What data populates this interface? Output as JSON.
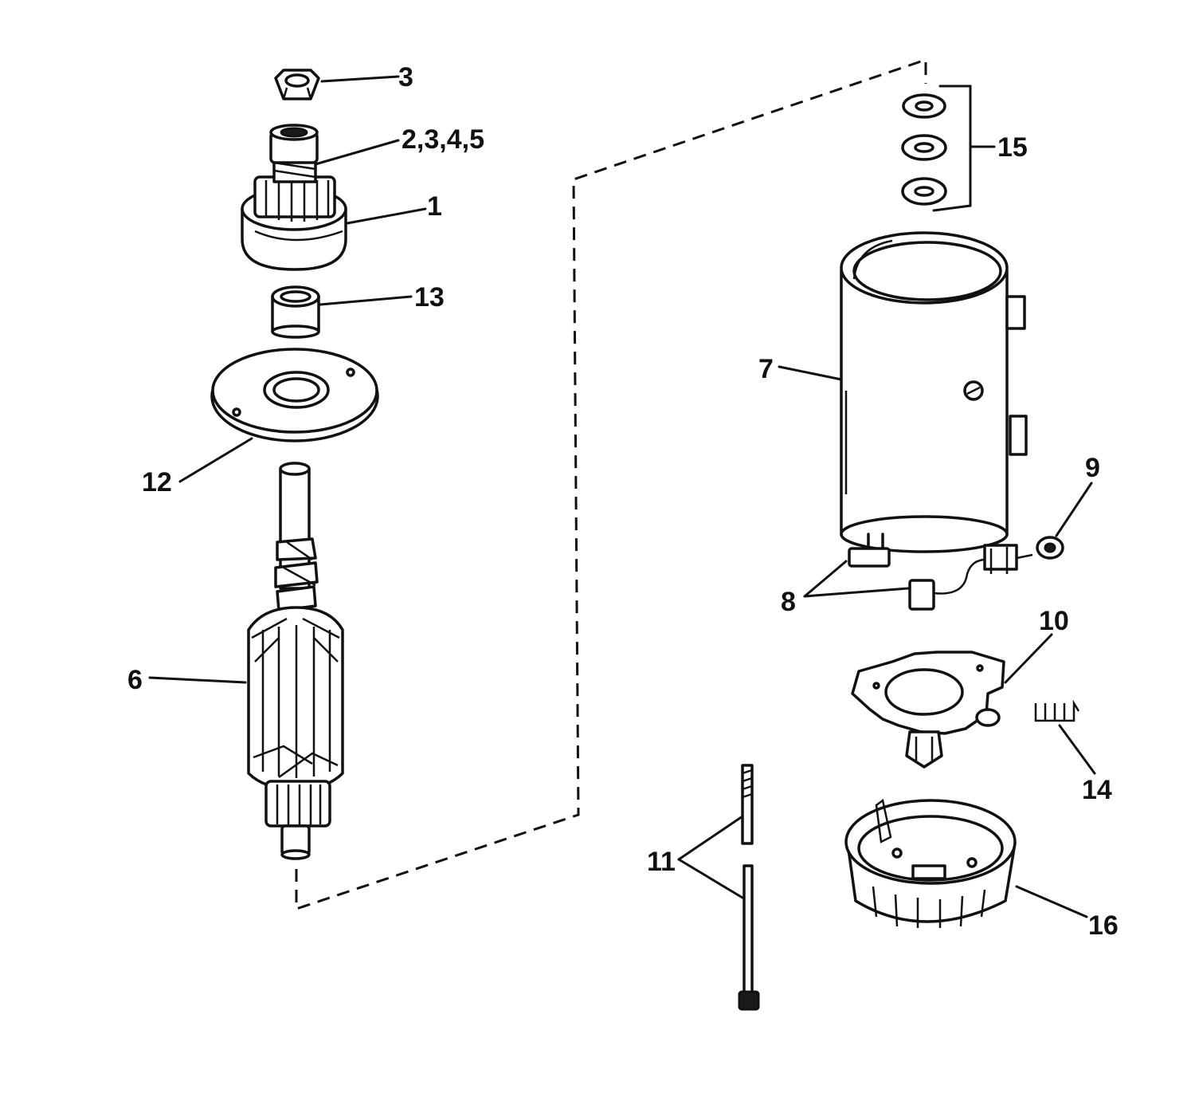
{
  "callouts": {
    "c1": "1",
    "c2345": "2,3,4,5",
    "c3": "3",
    "c6": "6",
    "c7": "7",
    "c8": "8",
    "c9": "9",
    "c10": "10",
    "c11": "11",
    "c12": "12",
    "c13": "13",
    "c14": "14",
    "c15": "15",
    "c16": "16"
  }
}
